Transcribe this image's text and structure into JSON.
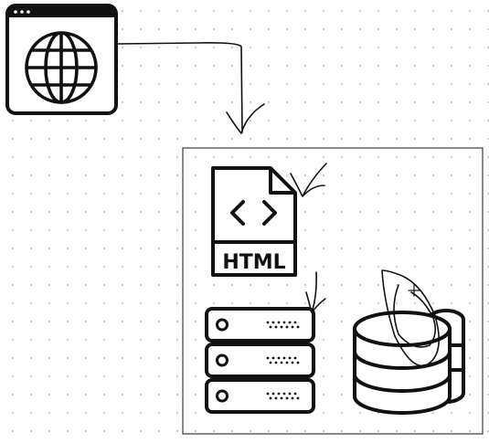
{
  "canvas": {
    "background": "#ffffff",
    "grid_dot_color": "#c4c4c4",
    "ink_color": "#111111"
  },
  "shapes": {
    "browser_icon": {
      "icon": "browser-globe-icon"
    },
    "container": {
      "icon": "rectangle"
    },
    "html_file_icon": {
      "icon": "html-file-icon",
      "label": "HTML"
    },
    "server_rack_icon": {
      "icon": "server-rack-icon",
      "units": 3
    },
    "database_icon": {
      "icon": "database-icon"
    }
  },
  "connectors": [
    {
      "from": "browser_icon",
      "to": "container",
      "style": "elbow-arrow"
    }
  ],
  "annotations": [
    {
      "type": "checkmark",
      "target": "html_file_icon"
    },
    {
      "type": "checkmark",
      "target": "server_rack_icon"
    },
    {
      "type": "scribble",
      "target": "database_icon"
    }
  ]
}
